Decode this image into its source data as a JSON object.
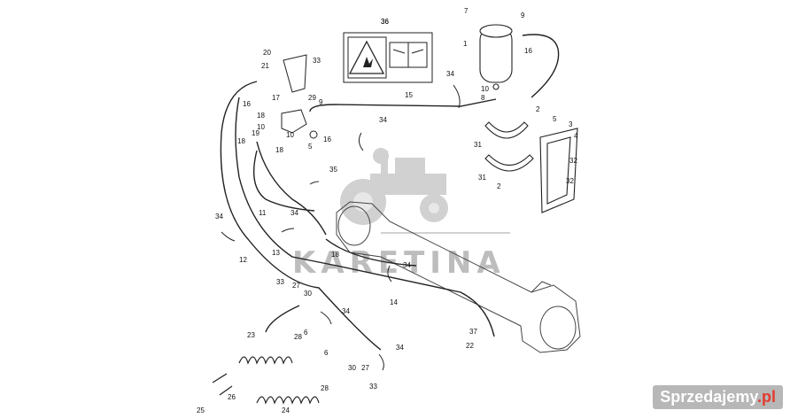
{
  "watermark": {
    "text": "KARETINA"
  },
  "badge": {
    "text": "Sprzedajemy",
    "suffix": ".pl"
  },
  "warning_label": {
    "number": "36"
  },
  "parts": [
    {
      "id": "p7",
      "text": "7"
    },
    {
      "id": "p9a",
      "text": "9"
    },
    {
      "id": "p1",
      "text": "1"
    },
    {
      "id": "p16a",
      "text": "16"
    },
    {
      "id": "p36",
      "text": "36"
    },
    {
      "id": "p34a",
      "text": "34"
    },
    {
      "id": "p10a",
      "text": "10"
    },
    {
      "id": "p8a",
      "text": "8"
    },
    {
      "id": "p15",
      "text": "15"
    },
    {
      "id": "p20",
      "text": "20"
    },
    {
      "id": "p33a",
      "text": "33"
    },
    {
      "id": "p21",
      "text": "21"
    },
    {
      "id": "p29",
      "text": "29"
    },
    {
      "id": "p9b",
      "text": "9"
    },
    {
      "id": "p16b",
      "text": "16"
    },
    {
      "id": "p17",
      "text": "17"
    },
    {
      "id": "p18a",
      "text": "18"
    },
    {
      "id": "p10b",
      "text": "10"
    },
    {
      "id": "p19",
      "text": "19"
    },
    {
      "id": "p10c",
      "text": "10"
    },
    {
      "id": "p18b",
      "text": "18"
    },
    {
      "id": "p5a",
      "text": "5"
    },
    {
      "id": "p16c",
      "text": "16"
    },
    {
      "id": "p18c",
      "text": "18"
    },
    {
      "id": "p34b",
      "text": "34"
    },
    {
      "id": "p2a",
      "text": "2"
    },
    {
      "id": "p5b",
      "text": "5"
    },
    {
      "id": "p3",
      "text": "3"
    },
    {
      "id": "p4",
      "text": "4"
    },
    {
      "id": "p31a",
      "text": "31"
    },
    {
      "id": "p32a",
      "text": "32"
    },
    {
      "id": "p35",
      "text": "35"
    },
    {
      "id": "p31b",
      "text": "31"
    },
    {
      "id": "p2b",
      "text": "2"
    },
    {
      "id": "p32b",
      "text": "32"
    },
    {
      "id": "p11",
      "text": "11"
    },
    {
      "id": "p34c",
      "text": "34"
    },
    {
      "id": "p34d",
      "text": "34"
    },
    {
      "id": "p12",
      "text": "12"
    },
    {
      "id": "p13",
      "text": "13"
    },
    {
      "id": "p18d",
      "text": "18"
    },
    {
      "id": "p34e",
      "text": "34"
    },
    {
      "id": "p14",
      "text": "14"
    },
    {
      "id": "p33b",
      "text": "33"
    },
    {
      "id": "p27a",
      "text": "27"
    },
    {
      "id": "p30a",
      "text": "30"
    },
    {
      "id": "p34f",
      "text": "34"
    },
    {
      "id": "p6a",
      "text": "6"
    },
    {
      "id": "p28a",
      "text": "28"
    },
    {
      "id": "p23",
      "text": "23"
    },
    {
      "id": "p37",
      "text": "37"
    },
    {
      "id": "p22",
      "text": "22"
    },
    {
      "id": "p34g",
      "text": "34"
    },
    {
      "id": "p6b",
      "text": "6"
    },
    {
      "id": "p30b",
      "text": "30"
    },
    {
      "id": "p27b",
      "text": "27"
    },
    {
      "id": "p28b",
      "text": "28"
    },
    {
      "id": "p33c",
      "text": "33"
    },
    {
      "id": "p26",
      "text": "26"
    },
    {
      "id": "p25",
      "text": "25"
    },
    {
      "id": "p24",
      "text": "24"
    }
  ]
}
